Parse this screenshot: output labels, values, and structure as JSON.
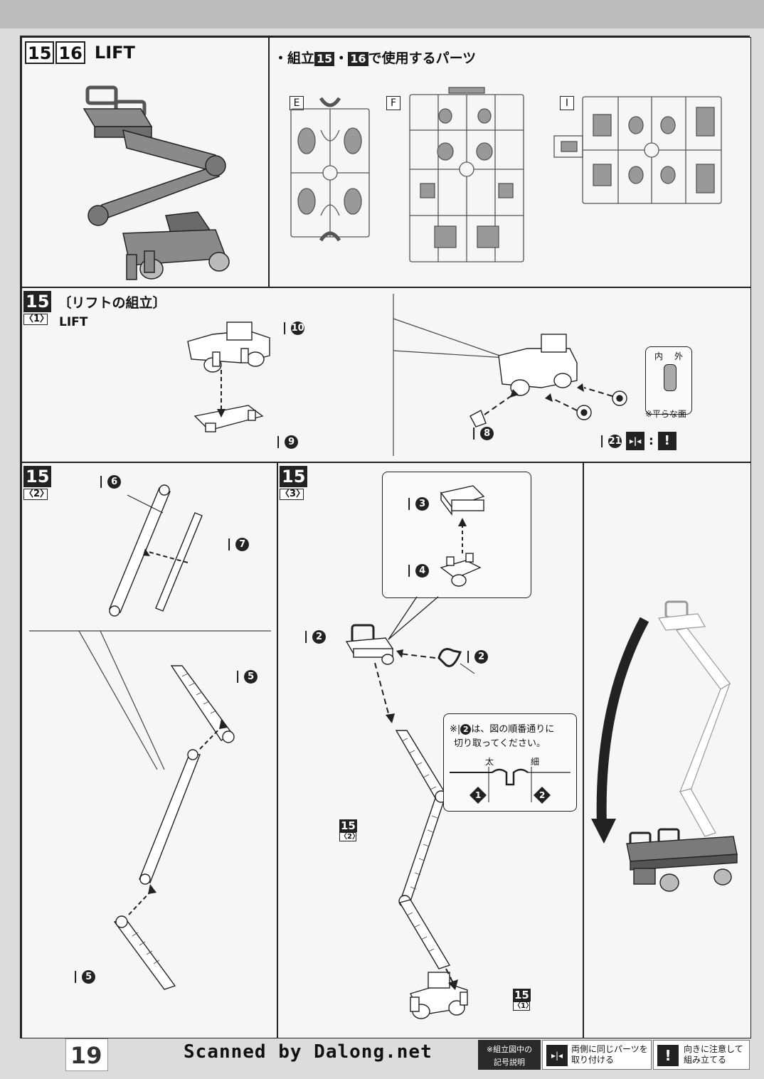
{
  "page": {
    "number": "19",
    "scanned_credit": "Scanned by Dalong.net"
  },
  "section_1516": {
    "step_a": "15",
    "step_b": "16",
    "title": "LIFT",
    "parts_heading": "・組立",
    "parts_heading_mid": "・",
    "parts_heading_tail": "で使用するパーツ",
    "runners": [
      "E",
      "F",
      "I"
    ]
  },
  "step15_1": {
    "step": "15",
    "sub": "〈1〉",
    "title_jp": "〔リフトの組立〕",
    "title_en": "LIFT",
    "parts": {
      "p10": "10",
      "p9": "9",
      "p8": "8",
      "p21": "21"
    },
    "inset": {
      "inner": "内",
      "outer": "外",
      "flat_note": "※平らな面"
    },
    "colon": ":"
  },
  "step15_2": {
    "step": "15",
    "sub": "〈2〉",
    "parts": {
      "p6": "6",
      "p7": "7",
      "p5a": "5",
      "p5b": "5"
    }
  },
  "step15_3": {
    "step": "15",
    "sub": "〈3〉",
    "parts": {
      "p3": "3",
      "p4": "4",
      "p2a": "2",
      "p2b": "2"
    },
    "note_line1_pre": "※",
    "note_line1_part": "2",
    "note_line1_post": "は、図の順番通りに",
    "note_line2": "切り取ってください。",
    "thick": "太",
    "thin": "細",
    "order1": "1",
    "order2": "2",
    "ref_a_step": "15",
    "ref_a_sub": "〈2〉",
    "ref_b_step": "15",
    "ref_b_sub": "〈1〉"
  },
  "footer": {
    "legend_title_1": "※組立図中の",
    "legend_title_2": "記号説明",
    "legend_both_1": "両側に同じパーツを",
    "legend_both_2": "取り付ける",
    "legend_caution_1": "向きに注意して",
    "legend_caution_2": "組み立てる",
    "caution_mark": "!"
  },
  "colors": {
    "ink": "#222222",
    "paper": "#f4f4f4",
    "gray_fill": "#8a8a8a"
  }
}
